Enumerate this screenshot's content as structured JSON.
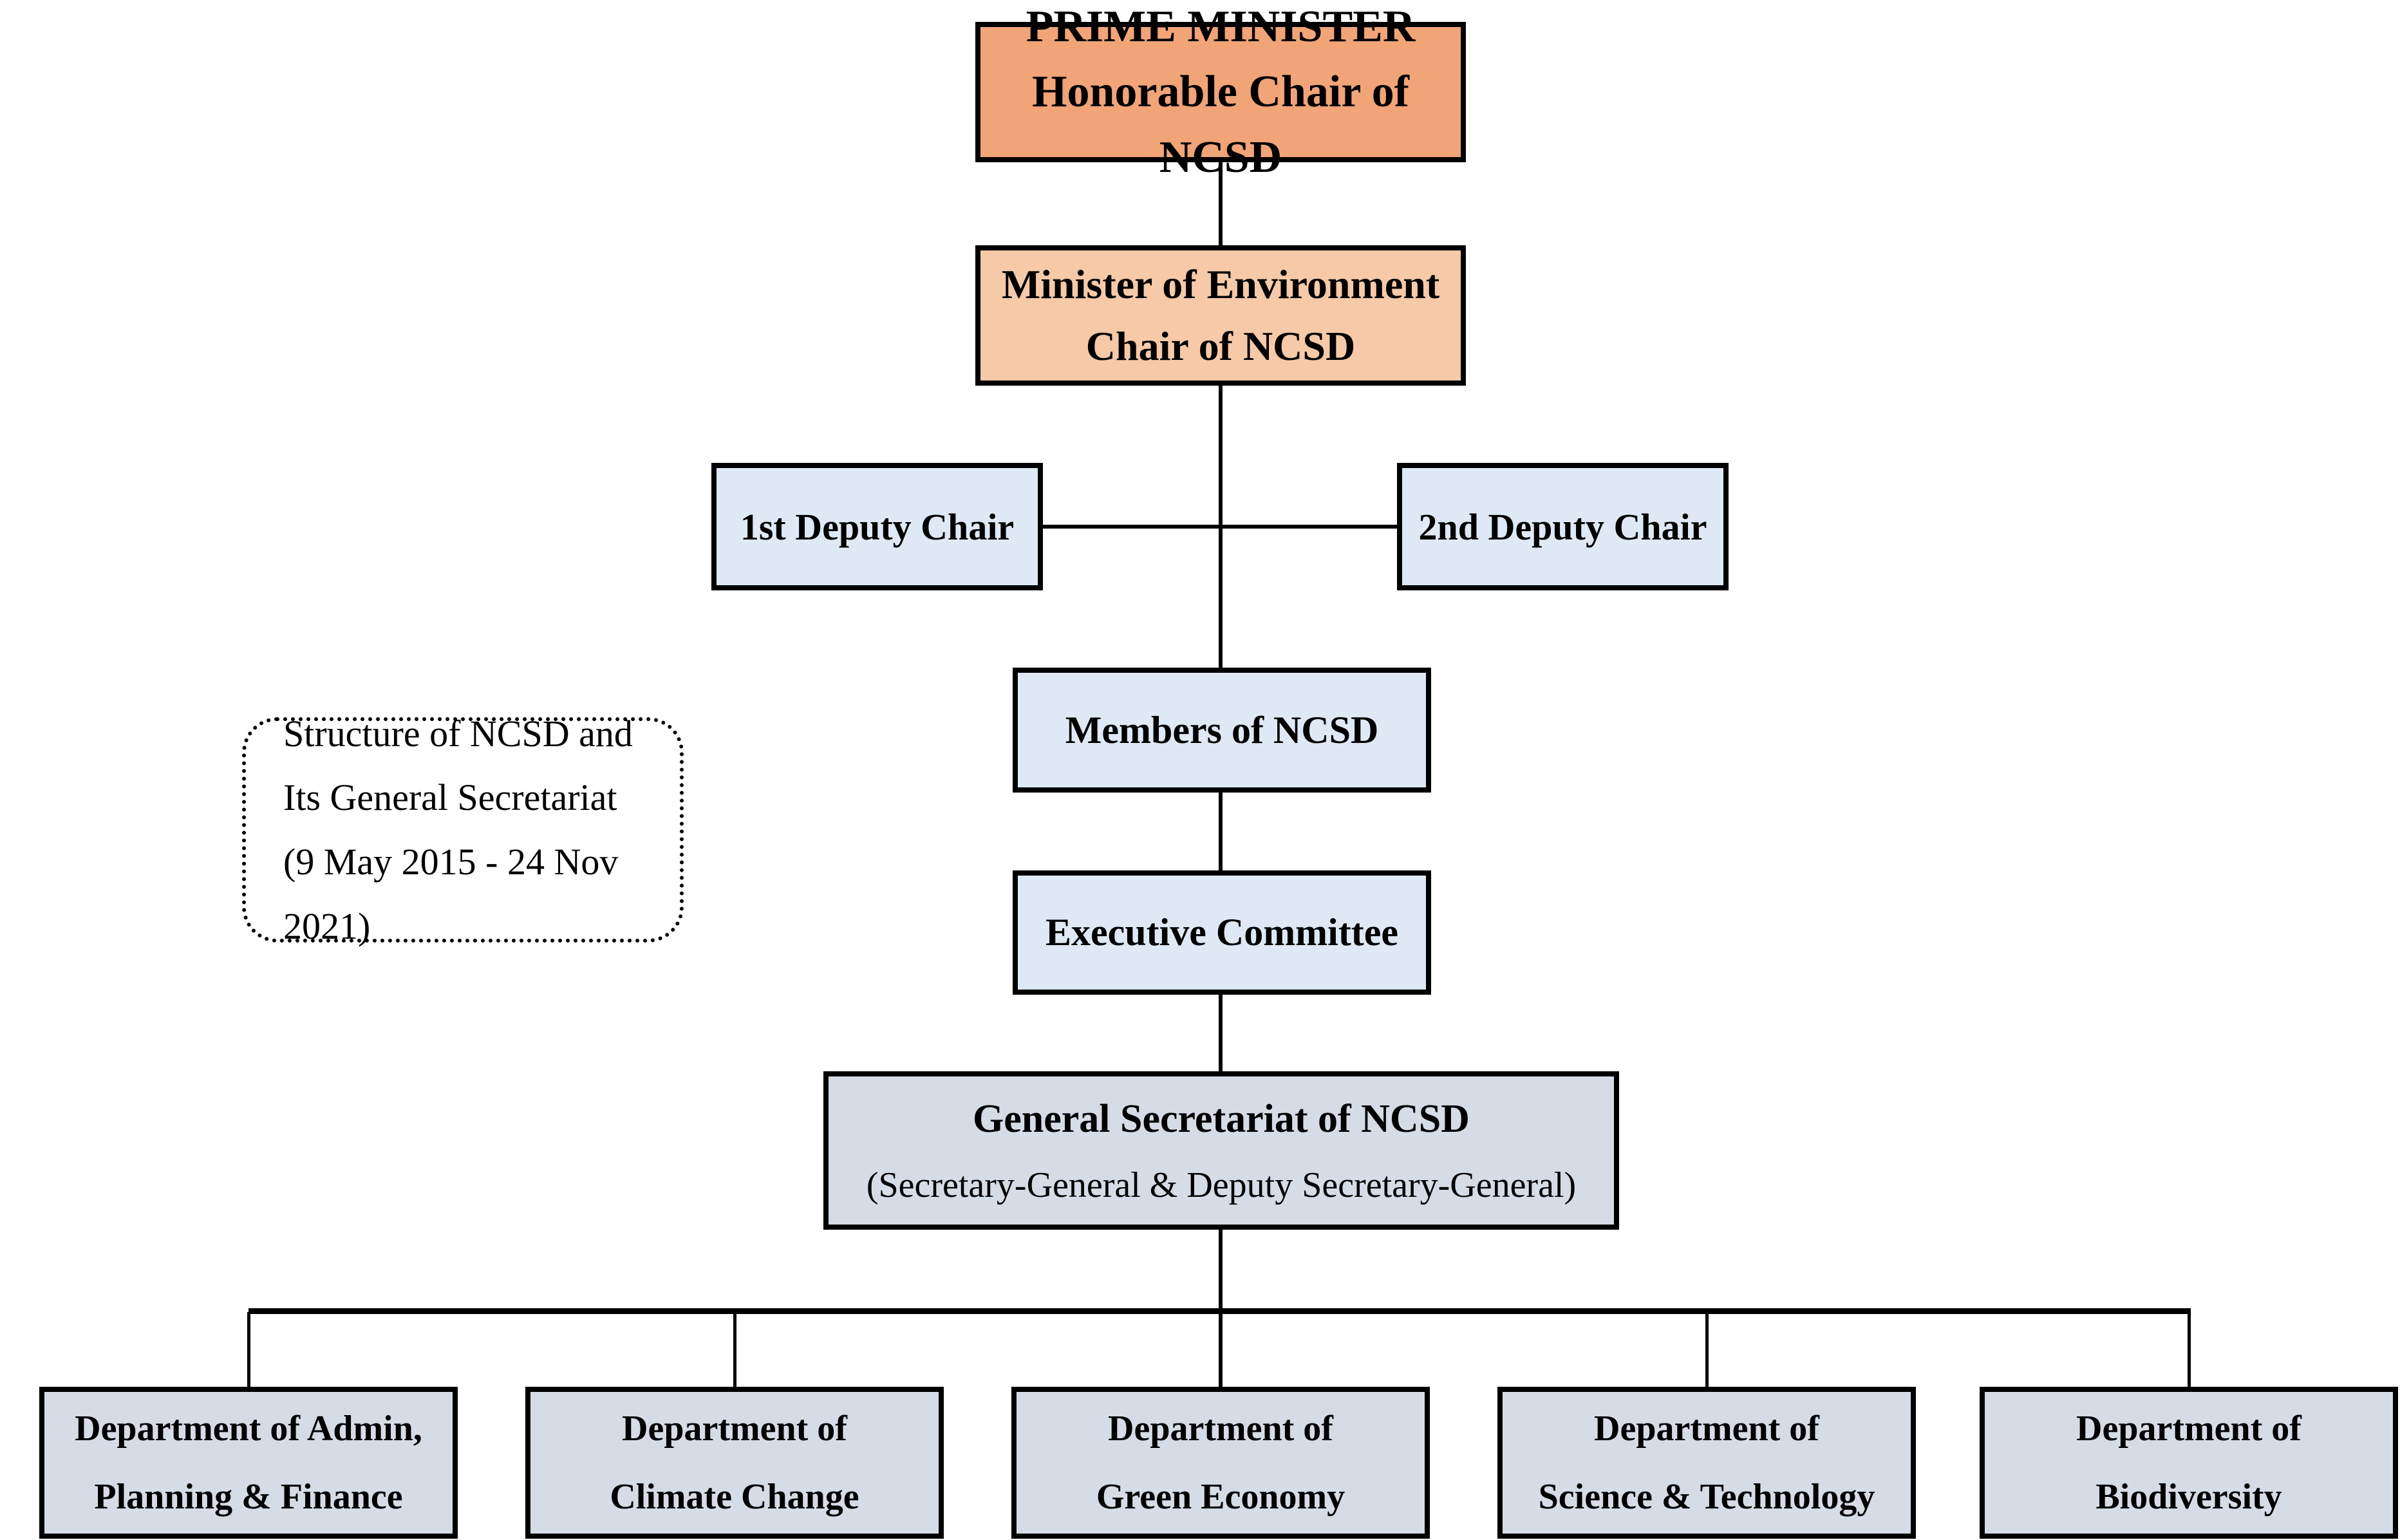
{
  "note": {
    "line1": "Structure of NCSD and",
    "line2": "Its General Secretariat",
    "line3": "(9 May 2015 - 24 Nov 2021)"
  },
  "nodes": {
    "prime_minister": {
      "line1": "PRIME MINISTER",
      "line2": "Honorable Chair of NCSD"
    },
    "minister_environment": {
      "line1": "Minister of Environment",
      "line2": "Chair of NCSD"
    },
    "first_deputy": {
      "label": "1st Deputy Chair"
    },
    "second_deputy": {
      "label": "2nd Deputy Chair"
    },
    "members": {
      "label": "Members of NCSD"
    },
    "executive_committee": {
      "label": "Executive Committee"
    },
    "general_secretariat": {
      "line1": "General Secretariat of NCSD",
      "line2": "(Secretary-General & Deputy Secretary-General)"
    },
    "departments": [
      {
        "line1": "Department of Admin,",
        "line2": "Planning & Finance"
      },
      {
        "line1": "Department of",
        "line2": "Climate Change"
      },
      {
        "line1": "Department of",
        "line2": "Green Economy"
      },
      {
        "line1": "Department of",
        "line2": "Science & Technology"
      },
      {
        "line1": "Department of",
        "line2": "Biodiversity"
      }
    ]
  },
  "colors": {
    "primary_orange": "#F0A478",
    "light_orange": "#F6C9A8",
    "light_blue": "#DEE9F5",
    "gray_blue": "#D6DCE5",
    "border": "#000000",
    "background": "#FFFFFF"
  }
}
